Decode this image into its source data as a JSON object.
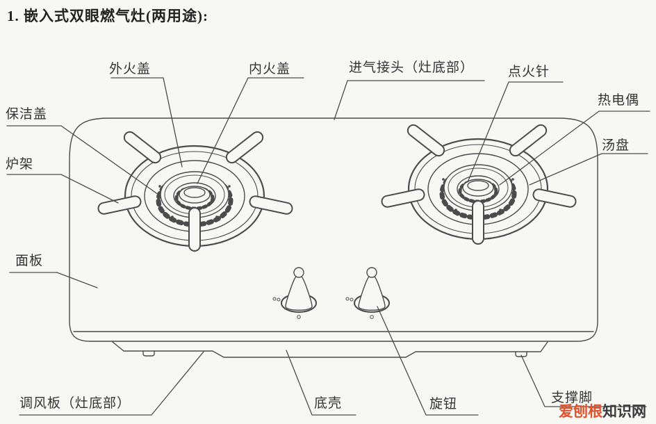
{
  "page": {
    "title": "1. 嵌入式双眼燃气灶(两用途):",
    "background": "#f7f7f4",
    "line_color": "#4b4b4e",
    "text_color": "#333335"
  },
  "diagram": {
    "subject": "built-in double-burner gas stove exploded top view"
  },
  "labels": {
    "outer_flame_cap": "外火盖",
    "inner_flame_cap": "内火盖",
    "gas_inlet": "进气接头（灶底部）",
    "ignition_needle": "点火针",
    "thermocouple": "热电偶",
    "drip_pan": "汤盘",
    "clean_cover": "保洁盖",
    "pan_support": "炉架",
    "panel": "面板",
    "air_adjust_plate": "调风板（灶底部）",
    "bottom_shell": "底壳",
    "knob": "旋钮",
    "support_foot": "支撑脚"
  },
  "watermark": {
    "highlight": "爱刨根",
    "rest": "知识网",
    "highlight_color": "#e0512c",
    "rest_color": "#3b3b3d"
  }
}
